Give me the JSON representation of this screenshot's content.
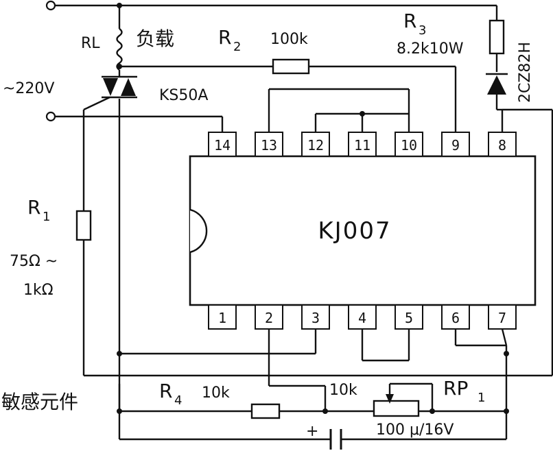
{
  "labels": {
    "rl": "RL",
    "load": "负载",
    "r2_name": "R",
    "r2_sub": "2",
    "r2_value": "100k",
    "r3_name": "R",
    "r3_sub": "3",
    "r3_value": "8.2k10W",
    "zener": "2CZ82H",
    "ac_source": "~220V",
    "triac": "KS50A",
    "r1_name": "R",
    "r1_sub": "1",
    "r1_value_a": "75Ω ~",
    "r1_value_b": "1kΩ",
    "ic": "KJ007",
    "sensor": "敏感元件",
    "r4_name": "R",
    "r4_sub": "4",
    "r4_value": "10k",
    "rp1_value": "10k",
    "rp1_name": "RP",
    "rp1_sub": "1",
    "cap_plus": "+",
    "cap_value": "100 μ/16V"
  },
  "pins_top": [
    "14",
    "13",
    "12",
    "11",
    "10",
    "9",
    "8"
  ],
  "pins_bottom": [
    "1",
    "2",
    "3",
    "4",
    "5",
    "6",
    "7"
  ]
}
